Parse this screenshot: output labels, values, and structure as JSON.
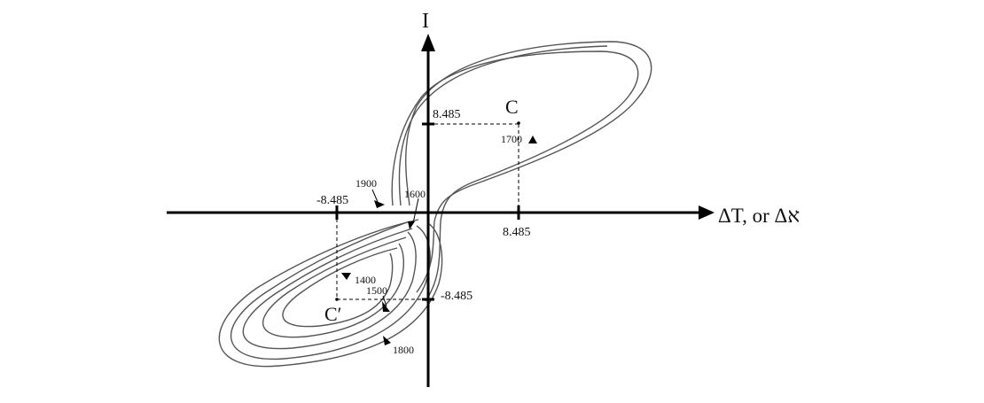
{
  "diagram": {
    "type": "phase-portrait",
    "axes": {
      "y_label": "I",
      "x_label": "ΔT, or Δא",
      "x_ticks": [
        {
          "value": -8.485,
          "label": "-8.485"
        },
        {
          "value": 8.485,
          "label": "8.485"
        }
      ],
      "y_ticks": [
        {
          "value": 8.485,
          "label": "8.485"
        },
        {
          "value": -8.485,
          "label": "-8.485"
        }
      ]
    },
    "fixed_points": [
      {
        "name": "C",
        "label": "C",
        "x": 8.485,
        "y": 8.485
      },
      {
        "name": "C-prime",
        "label": "C′",
        "x": -8.485,
        "y": -8.485
      }
    ],
    "time_markers": [
      {
        "label": "1400",
        "location": "near C′, inner lower loop"
      },
      {
        "label": "1500",
        "location": "lower loop, right of C′"
      },
      {
        "label": "1600",
        "location": "near origin, left of I axis"
      },
      {
        "label": "1700",
        "location": "upper loop, below C"
      },
      {
        "label": "1800",
        "location": "outer lower loop"
      },
      {
        "label": "1900",
        "location": "upper-left near x axis"
      }
    ],
    "colors": {
      "axis": "#000000",
      "trajectory": "#555555",
      "guide": "#000000"
    }
  }
}
